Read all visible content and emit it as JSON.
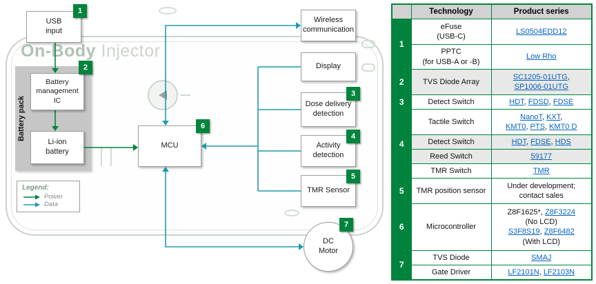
{
  "colors": {
    "green": "#00843D",
    "teal": "#1F9BAE",
    "link": "#0563C1"
  },
  "diagram": {
    "title_bold": "On-Body",
    "title_light": " Injector",
    "blocks": {
      "usb": {
        "label": "USB\ninput",
        "badge": "1"
      },
      "bms": {
        "label": "Battery\nmanagement\nIC",
        "badge": "2"
      },
      "battery_pack": {
        "label": "Battery pack"
      },
      "liion": {
        "label": "Li-ion\nbattery"
      },
      "mcu": {
        "label": "MCU",
        "badge": "6"
      },
      "wireless": {
        "label": "Wireless\ncommunication"
      },
      "display": {
        "label": "Display"
      },
      "dose": {
        "label": "Dose delivery\ndetection",
        "badge": "3"
      },
      "activity": {
        "label": "Activity\ndetection",
        "badge": "4"
      },
      "tmr": {
        "label": "TMR Sensor",
        "badge": "5"
      },
      "motor": {
        "label": "DC\nMotor",
        "badge": "7"
      }
    },
    "legend": {
      "title": "Legend:",
      "power": "Power",
      "data": "Data"
    }
  },
  "table": {
    "header": {
      "num": "",
      "technology": "Technology",
      "product": "Product series"
    },
    "groups": [
      {
        "num": "1",
        "rows": [
          {
            "tech": "eFuse\n(USB-C)",
            "shaded": false,
            "product": [
              [
                {
                  "t": "LS0504EDD12",
                  "link": true
                }
              ]
            ]
          },
          {
            "tech": "PPTC\n(for USB-A or -B)",
            "shaded": false,
            "product": [
              [
                {
                  "t": "Low Rho",
                  "link": true
                }
              ]
            ]
          }
        ]
      },
      {
        "num": "2",
        "rows": [
          {
            "tech": "TVS Diode Array",
            "shaded": true,
            "product": [
              [
                {
                  "t": "SC1205-01UTG",
                  "link": true
                },
                {
                  "t": ",",
                  "link": false
                }
              ],
              [
                {
                  "t": "SP1006-01UTG",
                  "link": true
                }
              ]
            ]
          }
        ]
      },
      {
        "num": "3",
        "rows": [
          {
            "tech": "Detect Switch",
            "shaded": false,
            "product": [
              [
                {
                  "t": "HDT",
                  "link": true
                },
                {
                  "t": ", ",
                  "link": false
                },
                {
                  "t": "FDSD",
                  "link": true
                },
                {
                  "t": ", ",
                  "link": false
                },
                {
                  "t": "FDSE",
                  "link": true
                }
              ]
            ]
          }
        ]
      },
      {
        "num": "4",
        "rows": [
          {
            "tech": "Tactile Switch",
            "shaded": false,
            "product": [
              [
                {
                  "t": "NanoT",
                  "link": true
                },
                {
                  "t": ", ",
                  "link": false
                },
                {
                  "t": "KXT",
                  "link": true
                },
                {
                  "t": ",",
                  "link": false
                }
              ],
              [
                {
                  "t": "KMT0",
                  "link": true
                },
                {
                  "t": ", ",
                  "link": false
                },
                {
                  "t": "PTS",
                  "link": true
                },
                {
                  "t": ", ",
                  "link": false
                },
                {
                  "t": "KMT0 D",
                  "link": true
                }
              ]
            ]
          },
          {
            "tech": "Detect Switch",
            "shaded": true,
            "product": [
              [
                {
                  "t": "HDT",
                  "link": true
                },
                {
                  "t": ", ",
                  "link": false
                },
                {
                  "t": "FDSE",
                  "link": true
                },
                {
                  "t": ", ",
                  "link": false
                },
                {
                  "t": "HDS",
                  "link": true
                }
              ]
            ]
          },
          {
            "tech": "Reed Switch",
            "shaded": true,
            "product": [
              [
                {
                  "t": "59177",
                  "link": true
                }
              ]
            ]
          },
          {
            "tech": "TMR Switch",
            "shaded": false,
            "product": [
              [
                {
                  "t": "TMR",
                  "link": true
                }
              ]
            ]
          }
        ]
      },
      {
        "num": "5",
        "rows": [
          {
            "tech": "TMR position sensor",
            "shaded": false,
            "product": [
              [
                {
                  "t": "Under development;",
                  "link": false
                }
              ],
              [
                {
                  "t": "contact sales",
                  "link": false
                }
              ]
            ]
          }
        ]
      },
      {
        "num": "6",
        "rows": [
          {
            "tech": "Microcontroller",
            "shaded": false,
            "product": [
              [
                {
                  "t": "Z8F1625*",
                  "link": false
                },
                {
                  "t": ", ",
                  "link": false
                },
                {
                  "t": "Z8F3224",
                  "link": true
                }
              ],
              [
                {
                  "t": "(No LCD)",
                  "link": false
                }
              ],
              [
                {
                  "t": "S3F8S19",
                  "link": true
                },
                {
                  "t": ", ",
                  "link": false
                },
                {
                  "t": "Z8F6482",
                  "link": true
                }
              ],
              [
                {
                  "t": "(With LCD)",
                  "link": false
                }
              ]
            ]
          }
        ]
      },
      {
        "num": "7",
        "rows": [
          {
            "tech": "TVS Diode",
            "shaded": false,
            "product": [
              [
                {
                  "t": "SMAJ",
                  "link": true
                }
              ]
            ]
          },
          {
            "tech": "Gate Driver",
            "shaded": false,
            "product": [
              [
                {
                  "t": "LF2101N",
                  "link": true
                },
                {
                  "t": ", ",
                  "link": false
                },
                {
                  "t": "LF2103N",
                  "link": true
                }
              ]
            ]
          }
        ]
      }
    ]
  }
}
